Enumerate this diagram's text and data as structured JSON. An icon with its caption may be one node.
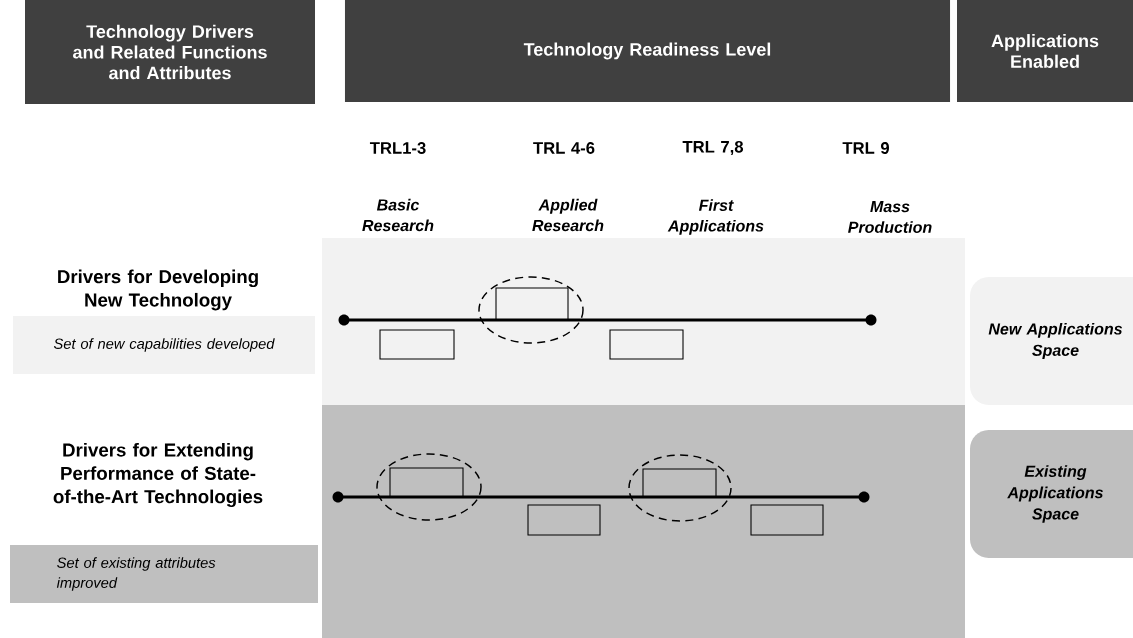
{
  "diagram": {
    "nodes": [
      {
        "text": [
          "Technology Drivers and Related Functions and Attributes"
        ]
      },
      {
        "text": [
          "Technology Readiness Level"
        ]
      },
      {
        "text": [
          "Applications Enabled"
        ]
      },
      {
        "text": [
          "Set of new capabilities developed"
        ]
      },
      {
        "text": [
          "Set of existing attributes improved"
        ]
      },
      {
        "text": [
          "New Applications Space"
        ]
      },
      {
        "text": [
          "Existing Applications Space"
        ]
      }
    ],
    "labels": [
      "TRL1-3",
      "TRL 4-6",
      "TRL 7,8",
      "TRL 9",
      "Basic Research",
      "Applied Research",
      "First Applications",
      "Mass Production",
      "Drivers for Developing New Technology",
      "Drivers for Extending Performance of State-of-the-Art Technologies"
    ]
  }
}
